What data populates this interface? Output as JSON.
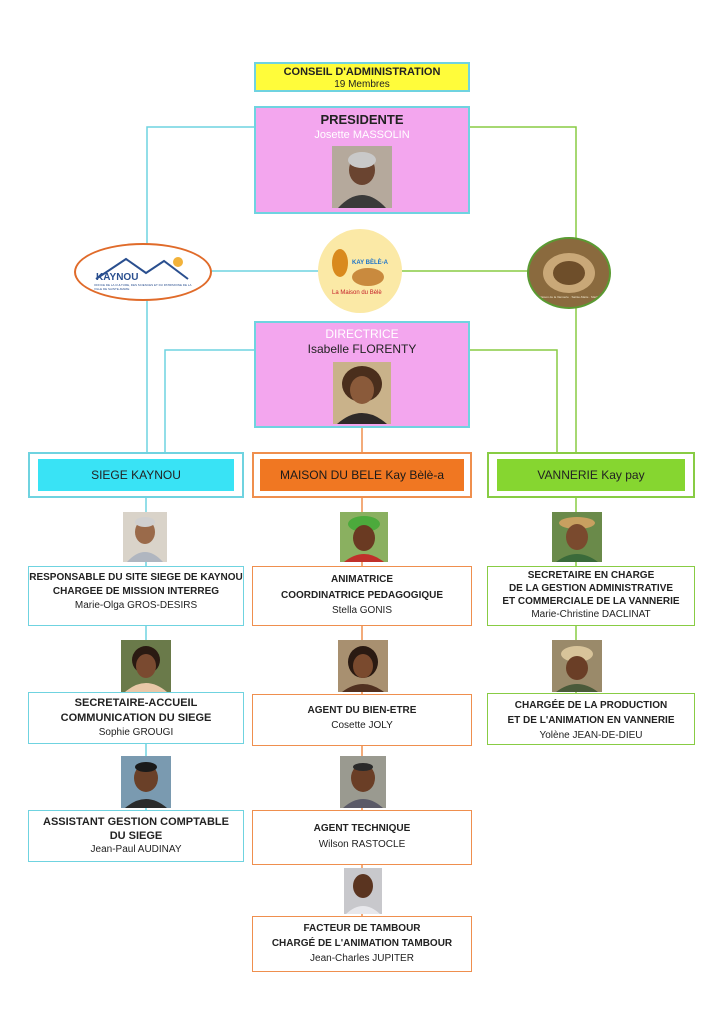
{
  "colors": {
    "cyan": "#6fd3e0",
    "orange": "#ef8f4e",
    "green": "#88cc44",
    "magenta": "#f3a6ee",
    "yellow": "#fffc3a",
    "siege_fill": "#39e3f5",
    "maison_fill": "#f07722",
    "vannerie_fill": "#86d630"
  },
  "top": {
    "conseil_line1": "CONSEIL D'ADMINISTRATION",
    "conseil_line2": "19 Membres",
    "president_title": "PRESIDENTE",
    "president_name": "Josette MASSOLIN",
    "directrice_title": "DIRECTRICE",
    "directrice_name": "Isabelle FLORENTY"
  },
  "logos": {
    "kaynou_text": "KAYNOU",
    "kaynou_sub": "OFFICE DE LA CULTURE, DES SCIENCES ET DU PATRIMOINE DE LA VILLE DE SAINTE-MARIE",
    "kaybele_line1": "KAY BÈLÈ-A",
    "kaybele_line2": "La Maison du Bèlè",
    "vannerie_text": "La Maison de la Vannerie · Sainte-Marie · Martinique"
  },
  "branches": {
    "siege": "SIEGE KAYNOU",
    "maison": "MAISON DU BELE Kay Bèlè-a",
    "vannerie": "VANNERIE Kay pay"
  },
  "siege": [
    {
      "line1": "RESPONSABLE DU SITE SIEGE DE KAYNOU",
      "line2": "CHARGEE DE MISSION INTERREG",
      "name": "Marie-Olga GROS-DESIRS"
    },
    {
      "line1": "SECRETAIRE-ACCUEIL",
      "line2": "COMMUNICATION DU SIEGE",
      "name": "Sophie GROUGI"
    },
    {
      "line1": "ASSISTANT GESTION COMPTABLE",
      "line2": "DU SIEGE",
      "name": "Jean-Paul AUDINAY"
    }
  ],
  "maison": [
    {
      "line1": "ANIMATRICE",
      "line2": "COORDINATRICE PEDAGOGIQUE",
      "name": "Stella GONIS"
    },
    {
      "line1": "AGENT DU BIEN-ETRE",
      "name": "Cosette JOLY"
    },
    {
      "line1": "AGENT TECHNIQUE",
      "name": "Wilson RASTOCLE"
    },
    {
      "line1": "FACTEUR DE TAMBOUR",
      "line2": "CHARGÉ DE L'ANIMATION TAMBOUR",
      "name": "Jean-Charles JUPITER"
    }
  ],
  "vannerie": [
    {
      "line1": "SECRETAIRE  EN CHARGE",
      "line2": "DE LA GESTION ADMINISTRATIVE",
      "line3": "ET COMMERCIALE DE LA VANNERIE",
      "name": "Marie-Christine DACLINAT"
    },
    {
      "line1": "CHARGÉE DE LA PRODUCTION",
      "line2": "ET DE L'ANIMATION EN VANNERIE",
      "name": "Yolène JEAN-DE-DIEU"
    }
  ]
}
